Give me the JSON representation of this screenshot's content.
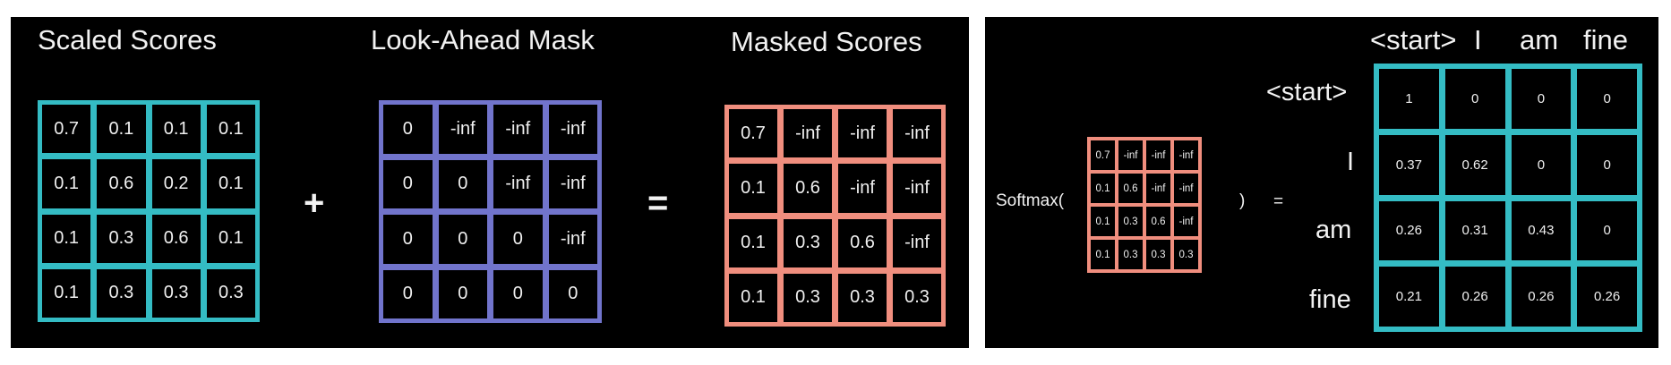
{
  "colors": {
    "teal": "#34bcc4",
    "purple": "#7174cc",
    "salmon": "#f08e7e",
    "background": "#000000"
  },
  "left": {
    "titles": {
      "scaled": "Scaled Scores",
      "mask": "Look-Ahead Mask",
      "masked": "Masked Scores"
    },
    "plus": "+",
    "equals": "=",
    "scaled_scores": [
      [
        "0.7",
        "0.1",
        "0.1",
        "0.1"
      ],
      [
        "0.1",
        "0.6",
        "0.2",
        "0.1"
      ],
      [
        "0.1",
        "0.3",
        "0.6",
        "0.1"
      ],
      [
        "0.1",
        "0.3",
        "0.3",
        "0.3"
      ]
    ],
    "look_ahead_mask": [
      [
        "0",
        "-inf",
        "-inf",
        "-inf"
      ],
      [
        "0",
        "0",
        "-inf",
        "-inf"
      ],
      [
        "0",
        "0",
        "0",
        "-inf"
      ],
      [
        "0",
        "0",
        "0",
        "0"
      ]
    ],
    "masked_scores": [
      [
        "0.7",
        "-inf",
        "-inf",
        "-inf"
      ],
      [
        "0.1",
        "0.6",
        "-inf",
        "-inf"
      ],
      [
        "0.1",
        "0.3",
        "0.6",
        "-inf"
      ],
      [
        "0.1",
        "0.3",
        "0.3",
        "0.3"
      ]
    ]
  },
  "right": {
    "softmax_open": "Softmax(",
    "softmax_close": ")",
    "equals": "=",
    "column_labels": [
      "<start>",
      "I",
      "am",
      "fine"
    ],
    "row_labels": [
      "<start>",
      "I",
      "am",
      "fine"
    ],
    "softmax_input": [
      [
        "0.7",
        "-inf",
        "-inf",
        "-inf"
      ],
      [
        "0.1",
        "0.6",
        "-inf",
        "-inf"
      ],
      [
        "0.1",
        "0.3",
        "0.6",
        "-inf"
      ],
      [
        "0.1",
        "0.3",
        "0.3",
        "0.3"
      ]
    ],
    "attention_weights": [
      [
        "1",
        "0",
        "0",
        "0"
      ],
      [
        "0.37",
        "0.62",
        "0",
        "0"
      ],
      [
        "0.26",
        "0.31",
        "0.43",
        "0"
      ],
      [
        "0.21",
        "0.26",
        "0.26",
        "0.26"
      ]
    ]
  }
}
